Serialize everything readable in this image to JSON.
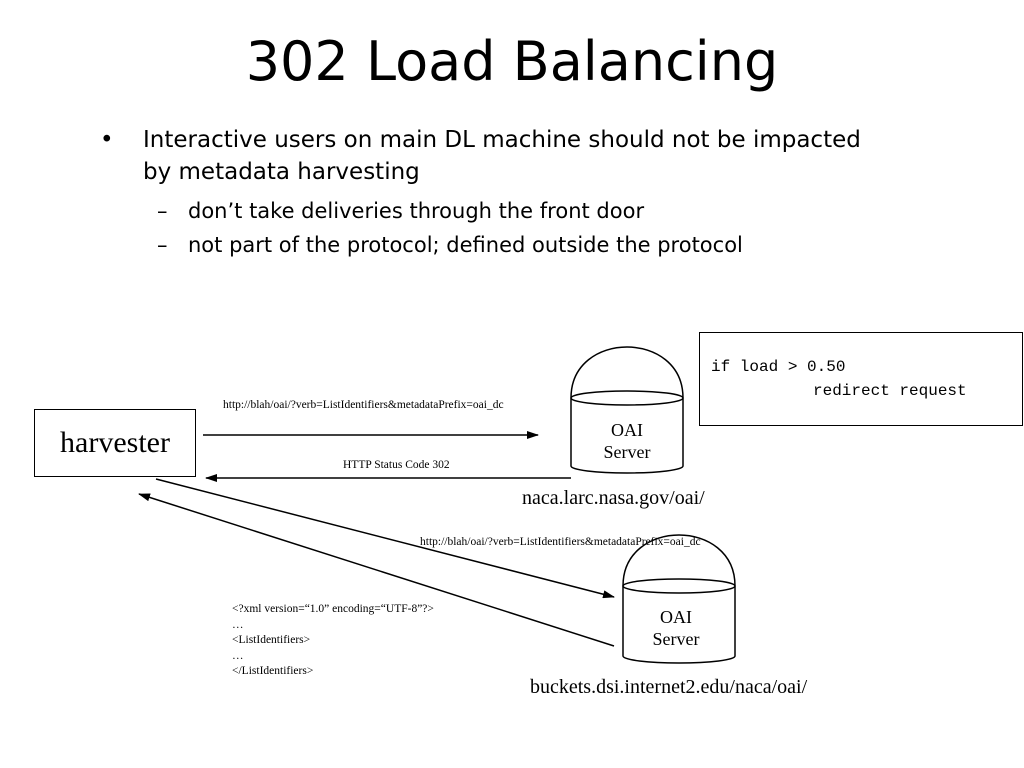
{
  "title": "302 Load Balancing",
  "bullets": {
    "main": "Interactive users on main DL machine should not be impacted by metadata harvesting",
    "sub": [
      "don’t take deliveries through the front door",
      "not part of the protocol; defined outside the protocol"
    ]
  },
  "diagram": {
    "harvester_label": "harvester",
    "code_box": {
      "line1": "if load > 0.50",
      "line2": "redirect request"
    },
    "server1": {
      "label_line1": "OAI",
      "label_line2": "Server",
      "host": "naca.larc.nasa.gov/oai/"
    },
    "server2": {
      "label_line1": "OAI",
      "label_line2": "Server",
      "host": "buckets.dsi.internet2.edu/naca/oai/"
    },
    "arrows": {
      "request1": "http://blah/oai/?verb=ListIdentifiers&metadataPrefix=oai_dc",
      "response1": "HTTP Status Code 302",
      "request2": "http://blah/oai/?verb=ListIdentifiers&metadataPrefix=oai_dc"
    },
    "xml_response": [
      "<?xml version=“1.0” encoding=“UTF-8”?>",
      "…",
      "<ListIdentifiers>",
      "…",
      "</ListIdentifiers>"
    ]
  }
}
